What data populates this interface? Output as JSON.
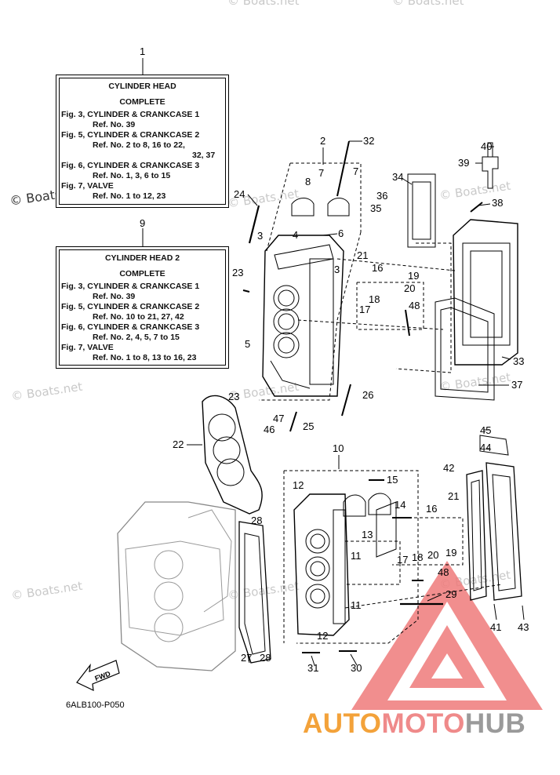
{
  "box1": {
    "lines": [
      "CYLINDER HEAD",
      "COMPLETE",
      "Fig. 3, CYLINDER & CRANKCASE 1",
      "Ref. No. 39",
      "Fig. 5, CYLINDER & CRANKCASE 2",
      "Ref. No. 2 to 8, 16 to 22,",
      "32, 37",
      "Fig. 6, CYLINDER & CRANKCASE 3",
      "Ref. No. 1, 3, 6 to 15",
      "Fig. 7, VALVE",
      "Ref. No. 1 to 12, 23"
    ]
  },
  "box2": {
    "lines": [
      "CYLINDER HEAD 2",
      "COMPLETE",
      "Fig. 3, CYLINDER & CRANKCASE 1",
      "Ref. No. 39",
      "Fig. 5, CYLINDER & CRANKCASE 2",
      "Ref. No. 10 to 21, 27, 42",
      "Fig. 6, CYLINDER & CRANKCASE 3",
      "Ref. No. 2, 4, 5, 7 to 15",
      "Fig. 7, VALVE",
      "Ref. No. 1 to 8, 13 to 16, 23"
    ]
  },
  "callouts": [
    "1",
    "9",
    "2",
    "32",
    "7",
    "7",
    "8",
    "24",
    "34",
    "36",
    "35",
    "40",
    "39",
    "38",
    "3",
    "4",
    "6",
    "3",
    "21",
    "16",
    "19",
    "20",
    "18",
    "17",
    "48",
    "23",
    "5",
    "23",
    "26",
    "47",
    "46",
    "25",
    "33",
    "37",
    "22",
    "10",
    "45",
    "44",
    "42",
    "12",
    "15",
    "14",
    "13",
    "21",
    "16",
    "20",
    "19",
    "18",
    "17",
    "11",
    "48",
    "11",
    "29",
    "28",
    "12",
    "27",
    "28",
    "31",
    "30",
    "41",
    "43"
  ],
  "fwd_label": "FWD",
  "diagram_code": "6ALB100-P050",
  "watermark": "© Boats.net",
  "logo": {
    "part1": "AUTO",
    "part2": "MOTO",
    "part3": "HUB",
    "color1": "#f3a23a",
    "color2": "#ef8a8a",
    "color3": "#9a9a9a"
  }
}
